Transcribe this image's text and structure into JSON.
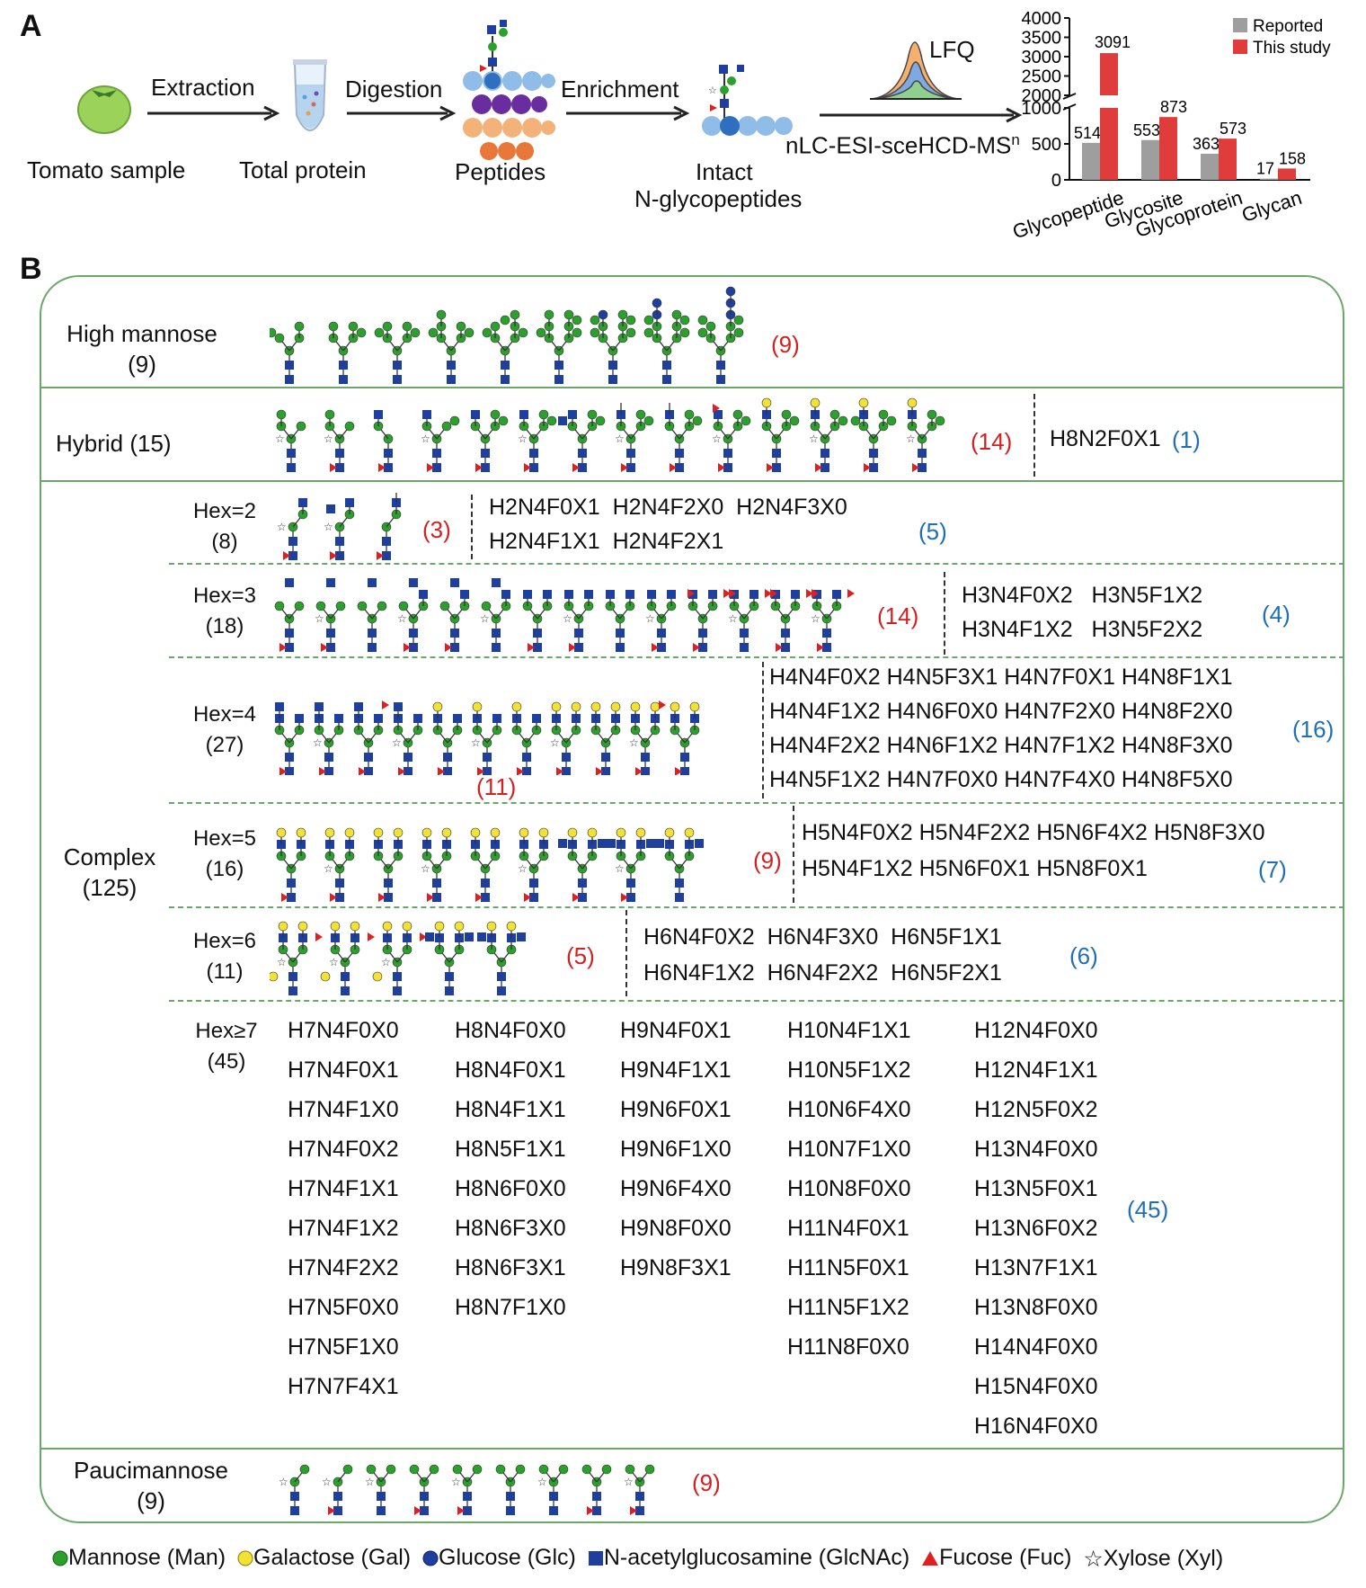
{
  "panelA": {
    "letter": "A",
    "steps": {
      "sample": "Tomato sample",
      "extraction": "Extraction",
      "total_protein": "Total protein",
      "digestion": "Digestion",
      "peptides": "Peptides",
      "enrichment": "Enrichment",
      "intact_line1": "Intact",
      "intact_line2": "N-glycopeptides",
      "lfq": "LFQ",
      "ms_method": "nLC-ESI-sceHCD-MS",
      "ms_sup": "n"
    }
  },
  "chart_data": {
    "type": "bar",
    "categories": [
      "Glycopeptide",
      "Glycosite",
      "Glycoprotein",
      "Glycan"
    ],
    "series": [
      {
        "name": "Reported",
        "values": [
          514,
          553,
          363,
          17
        ],
        "color": "#9e9e9e"
      },
      {
        "name": "This study",
        "values": [
          3091,
          873,
          573,
          158
        ],
        "color": "#e03c3c"
      }
    ],
    "y_axis_broken": true,
    "y_ticks_lower": [
      "0",
      "500",
      "1000"
    ],
    "y_ticks_upper": [
      "2000",
      "2500",
      "3000",
      "3500",
      "4000"
    ],
    "ylim": [
      0,
      4000
    ],
    "legend_position": "top-right"
  },
  "panelB": {
    "letter": "B",
    "high_mannose": {
      "label": "High mannose",
      "count": "(9)",
      "n_drawn": "(9)"
    },
    "hybrid": {
      "label": "Hybrid (15)",
      "n_drawn": "(14)",
      "other": "H8N2F0X1",
      "n_other": "(1)"
    },
    "complex": {
      "label": "Complex",
      "count": "(125)"
    },
    "hex2": {
      "label": "Hex=2",
      "count": "(8)",
      "n_drawn": "(3)",
      "n_other": "(5)",
      "row1": [
        "H2N4F0X1",
        "H2N4F2X0",
        "H2N4F3X0"
      ],
      "row2": [
        "H2N4F1X1",
        "H2N4F2X1"
      ]
    },
    "hex3": {
      "label": "Hex=3",
      "count": "(18)",
      "n_drawn": "(14)",
      "n_other": "(4)",
      "row1": [
        "H3N4F0X2",
        "H3N5F1X2"
      ],
      "row2": [
        "H3N4F1X2",
        "H3N5F2X2"
      ]
    },
    "hex4": {
      "label": "Hex=4",
      "count": "(27)",
      "n_drawn": "(11)",
      "n_other": "(16)",
      "rows": [
        [
          "H4N4F0X2",
          "H4N5F3X1",
          "H4N7F0X1",
          "H4N8F1X1"
        ],
        [
          "H4N4F1X2",
          "H4N6F0X0",
          "H4N7F2X0",
          "H4N8F2X0"
        ],
        [
          "H4N4F2X2",
          "H4N6F1X2",
          "H4N7F1X2",
          "H4N8F3X0"
        ],
        [
          "H4N5F1X2",
          "H4N7F0X0",
          "H4N7F4X0",
          "H4N8F5X0"
        ]
      ]
    },
    "hex5": {
      "label": "Hex=5",
      "count": "(16)",
      "n_drawn": "(9)",
      "n_other": "(7)",
      "row1": [
        "H5N4F0X2",
        "H5N4F2X2",
        "H5N6F4X2",
        "H5N8F3X0"
      ],
      "row2": [
        "H5N4F1X2",
        "H5N6F0X1",
        "H5N8F0X1"
      ]
    },
    "hex6": {
      "label": "Hex=6",
      "count": "(11)",
      "n_drawn": "(5)",
      "n_other": "(6)",
      "row1": [
        "H6N4F0X2",
        "H6N4F3X0",
        "H6N5F1X1"
      ],
      "row2": [
        "H6N4F1X2",
        "H6N4F2X2",
        "H6N5F2X1"
      ]
    },
    "hex7": {
      "label": "Hex≥7",
      "count": "(45)",
      "n_other": "(45)",
      "columns": [
        [
          "H7N4F0X0",
          "H7N4F0X1",
          "H7N4F1X0",
          "H7N4F0X2",
          "H7N4F1X1",
          "H7N4F1X2",
          "H7N4F2X2",
          "H7N5F0X0",
          "H7N5F1X0",
          "H7N7F4X1"
        ],
        [
          "H8N4F0X0",
          "H8N4F0X1",
          "H8N4F1X1",
          "H8N5F1X1",
          "H8N6F0X0",
          "H8N6F3X0",
          "H8N6F3X1",
          "H8N7F1X0"
        ],
        [
          "H9N4F0X1",
          "H9N4F1X1",
          "H9N6F0X1",
          "H9N6F1X0",
          "H9N6F4X0",
          "H9N8F0X0",
          "H9N8F3X1"
        ],
        [
          "H10N4F1X1",
          "H10N5F1X2",
          "H10N6F4X0",
          "H10N7F1X0",
          "H10N8F0X0",
          "H11N4F0X1",
          "H11N5F0X1",
          "H11N5F1X2",
          "H11N8F0X0"
        ],
        [
          "H12N4F0X0",
          "H12N4F1X1",
          "H12N5F0X2",
          "H13N4F0X0",
          "H13N5F0X1",
          "H13N6F0X2",
          "H13N7F1X1",
          "H13N8F0X0",
          "H14N4F0X0",
          "H15N4F0X0",
          "H16N4F0X0"
        ]
      ]
    },
    "paucimannose": {
      "label": "Paucimannose",
      "count": "(9)",
      "n_drawn": "(9)"
    }
  },
  "legend": {
    "mannose": "Mannose (Man)",
    "galactose": "Galactose (Gal)",
    "glucose": "Glucose (Glc)",
    "glcnac": "N-acetylglucosamine (GlcNAc)",
    "fucose": "Fucose (Fuc)",
    "xylose": "Xylose (Xyl)"
  },
  "colors": {
    "mannose": "#2ca02c",
    "galactose": "#f2e233",
    "glucose": "#1f3f9f",
    "glcnac": "#1f3f9f",
    "fucose": "#e02020",
    "frame": "#6aa86a",
    "red_count": "#d32020",
    "blue_count": "#1f6fb4"
  }
}
